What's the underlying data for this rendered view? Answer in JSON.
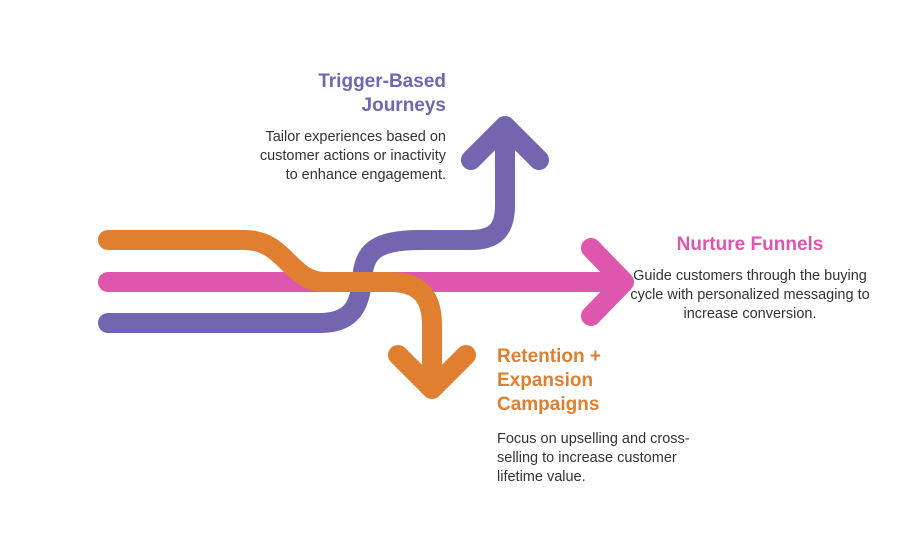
{
  "colors": {
    "trigger": "#7365b0",
    "nurture": "#de56ad",
    "retention": "#e07f2f"
  },
  "trigger": {
    "title": "Trigger-Based Journeys",
    "description": "Tailor experiences based on customer actions or inactivity to enhance engagement."
  },
  "nurture": {
    "title": "Nurture Funnels",
    "description": "Guide customers through the buying cycle with personalized messaging to increase conversion."
  },
  "retention": {
    "title": "Retention + Expansion Campaigns",
    "description": "Focus on upselling and cross-selling to increase customer lifetime value."
  }
}
